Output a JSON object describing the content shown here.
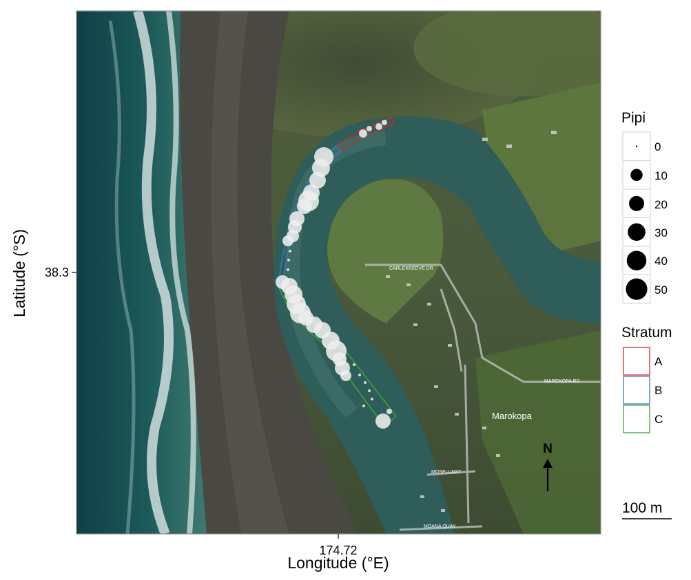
{
  "axes": {
    "xlabel": "Longitude (°E)",
    "ylabel": "Latitude (°S)",
    "x_tick": "174.72",
    "y_tick": "38.3"
  },
  "legend": {
    "size_title": "Pipi",
    "size_entries": [
      "0",
      "10",
      "20",
      "30",
      "40",
      "50"
    ],
    "stratum_title": "Stratum",
    "strata": [
      {
        "label": "A",
        "color": "#d7262c"
      },
      {
        "label": "B",
        "color": "#3b78c3"
      },
      {
        "label": "C",
        "color": "#3fa33f"
      }
    ]
  },
  "north_arrow": "N",
  "scale_bar": "100 m",
  "map_labels": {
    "town": "Marokopa",
    "road_1": "MAROKOPA RD",
    "road_2": "CARLEKREEVE DR",
    "road_3": "MOANA QUAY",
    "road_4": "MOSELUNST"
  },
  "chart_data": {
    "type": "scatter",
    "xlabel": "Longitude (°E)",
    "ylabel": "Latitude (°S)",
    "x_ticks": [
      "174.72"
    ],
    "y_ticks": [
      "38.3"
    ],
    "size_variable": "Pipi",
    "size_legend": [
      0,
      10,
      20,
      30,
      40,
      50
    ],
    "strata": [
      "A",
      "B",
      "C"
    ],
    "colors": {
      "A": "#d7262c",
      "B": "#3b78c3",
      "C": "#3fa33f",
      "points": "#eeeeee"
    }
  }
}
